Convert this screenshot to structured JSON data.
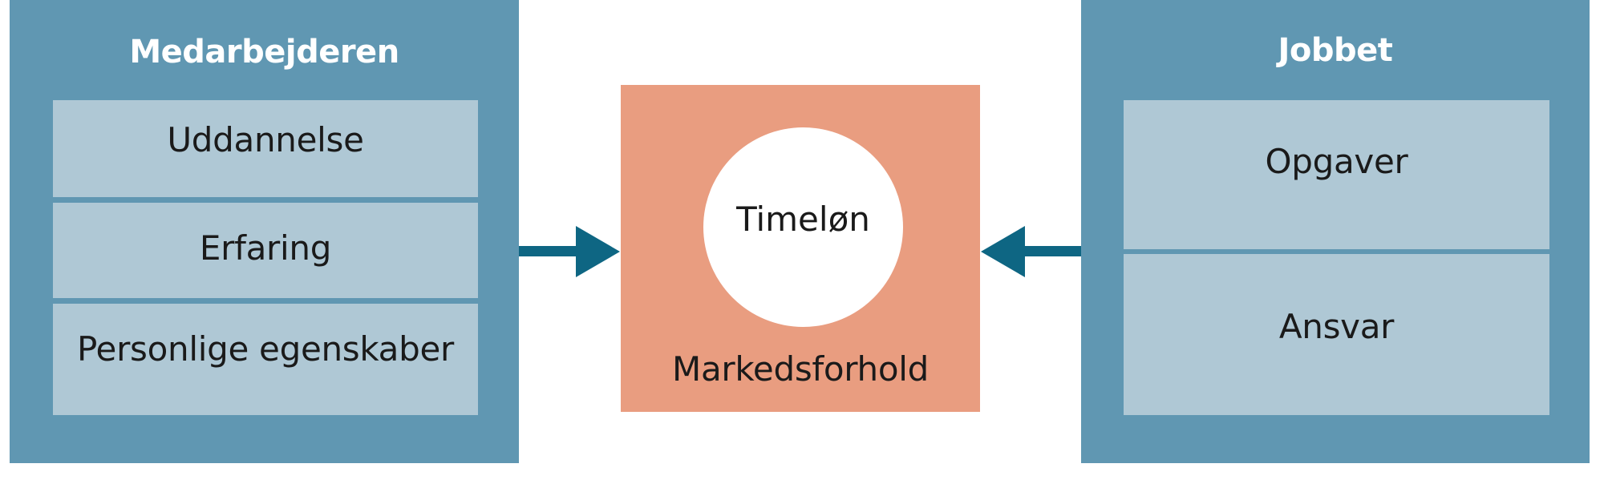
{
  "colors": {
    "panel": "#6097b2",
    "cell": "#afc8d5",
    "arrow": "#0e6683",
    "center": "#e99d80",
    "circle": "#ffffff"
  },
  "left_panel": {
    "title": "Medarbejderen",
    "items": [
      {
        "label": "Uddannelse"
      },
      {
        "label": "Erfaring"
      },
      {
        "label": "Personlige egenskaber"
      }
    ]
  },
  "center": {
    "circle_label": "Timeløn",
    "box_label": "Markedsforhold"
  },
  "right_panel": {
    "title": "Jobbet",
    "items": [
      {
        "label": "Opgaver"
      },
      {
        "label": "Ansvar"
      }
    ]
  },
  "arrows": [
    {
      "from": "Medarbejderen",
      "to": "Markedsforhold",
      "direction": "right"
    },
    {
      "from": "Jobbet",
      "to": "Markedsforhold",
      "direction": "left"
    }
  ]
}
